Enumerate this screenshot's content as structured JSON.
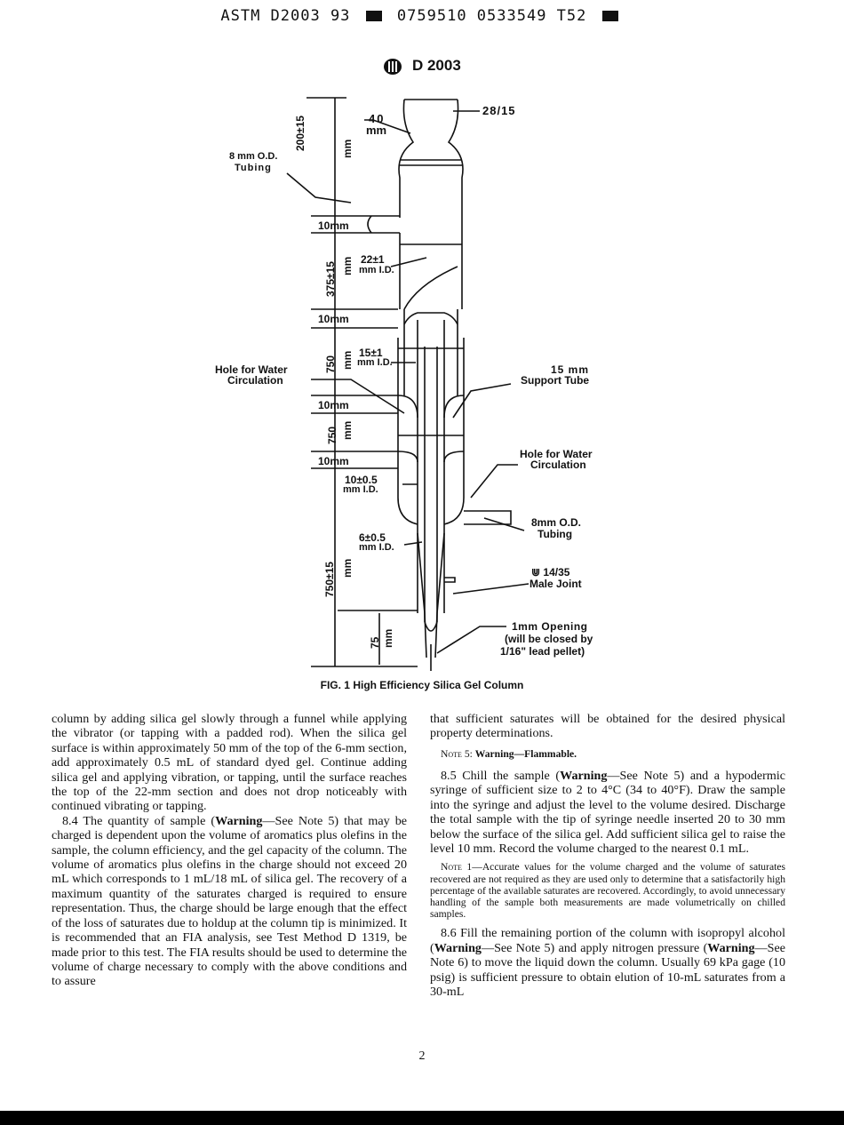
{
  "header": {
    "left": "ASTM D2003 93",
    "right_a": "0759510 0533549 T52"
  },
  "designation": "D 2003",
  "figure": {
    "caption": "FIG. 1   High Efficiency Silica Gel Column",
    "labels": {
      "joint_top": "28/15",
      "mm40_a": "40",
      "mm40_b": "mm",
      "tubing8_a": "8 mm O.D.",
      "tubing8_b": "Tubing",
      "dim200": "200±15",
      "dim200_mm": "mm",
      "mm10_a": "10mm",
      "dim22_a": "22±1",
      "dim22_b": "mm I.D.",
      "dim375": "375±15",
      "dim375_mm": "mm",
      "mm10_b": "10mm",
      "dim15_a": "15±1",
      "dim15_b": "mm I.D.",
      "dim750a": "750",
      "dim750a_mm": "mm",
      "hole_left_a": "Hole for Water",
      "hole_left_b": "Circulation",
      "support_a": "15 mm",
      "support_b": "Support Tube",
      "mm10_c": "10mm",
      "dim750b": "750",
      "dim750b_mm": "mm",
      "mm10_d": "10mm",
      "hole_right_a": "Hole for Water",
      "hole_right_b": "Circulation",
      "dim10_a": "10±0.5",
      "dim10_b": "mm I.D.",
      "tubing8r_a": "8mm O.D.",
      "tubing8r_b": "Tubing",
      "dim6_a": "6±0.5",
      "dim6_b": "mm I.D.",
      "dim750c": "750±15",
      "dim750c_mm": "mm",
      "male_a": "14/35",
      "male_b": "Male Joint",
      "dim75": "75",
      "dim75_mm": "mm",
      "open_a": "1mm Opening",
      "open_b": "(will be closed by",
      "open_c": "1/16\" lead pellet)"
    }
  },
  "left_column": {
    "p1": "column by adding silica gel slowly through a funnel while applying the vibrator (or tapping with a padded rod). When the silica gel surface is within approximately 50 mm of the top of the 6-mm section, add approximately 0.5 mL of standard dyed gel. Continue adding silica gel and applying vibration, or tapping, until the surface reaches the top of the 22-mm section and does not drop noticeably with continued vibrating or tapping.",
    "p2_a": "8.4 The quantity of sample (",
    "p2_warn": "Warning",
    "p2_b": "—See Note 5) that may be charged is dependent upon the volume of aromatics plus olefins in the sample, the column efficiency, and the gel capacity of the column. The volume of aromatics plus olefins in the charge should not exceed 20 mL which corresponds to 1 mL/18 mL of silica gel. The recovery of a maximum quantity of the saturates charged is required to ensure representation. Thus, the charge should be large enough that the effect of the loss of saturates due to holdup at the column tip is minimized. It is recommended that an FIA analysis, see Test Method D 1319, be made prior to this test. The FIA results should be used to determine the volume of charge necessary to comply with the above conditions and to assure"
  },
  "right_column": {
    "p1": "that sufficient saturates will be obtained for the desired physical property determinations.",
    "note5_label": "Note 5:",
    "note5_text": "Warning—Flammable.",
    "p2_a": "8.5 Chill the sample (",
    "p2_warn": "Warning",
    "p2_b": "—See Note 5) and a hypodermic syringe of sufficient size to 2 to 4°C (34 to 40°F). Draw the sample into the syringe and adjust the level to the volume desired. Discharge the total sample with the tip of syringe needle inserted 20 to 30 mm below the surface of the silica gel. Add sufficient silica gel to raise the level 10 mm. Record the volume charged to the nearest 0.1 mL.",
    "note1_label": "Note 1",
    "note1_text": "—Accurate values for the volume charged and the volume of saturates recovered are not required as they are used only to determine that a satisfactorily high percentage of the available saturates are recovered. Accordingly, to avoid unnecessary handling of the sample both measurements are made volumetrically on chilled samples.",
    "p3_a": "8.6 Fill the remaining portion of the column with isopropyl alcohol (",
    "p3_warn1": "Warning",
    "p3_b": "—See Note 5) and apply nitrogen pressure (",
    "p3_warn2": "Warning",
    "p3_c": "—See Note 6) to move the liquid down the column. Usually 69 kPa gage (10 psig) is sufficient pressure to obtain elution of 10-mL saturates from a 30-mL"
  },
  "page_number": "2"
}
